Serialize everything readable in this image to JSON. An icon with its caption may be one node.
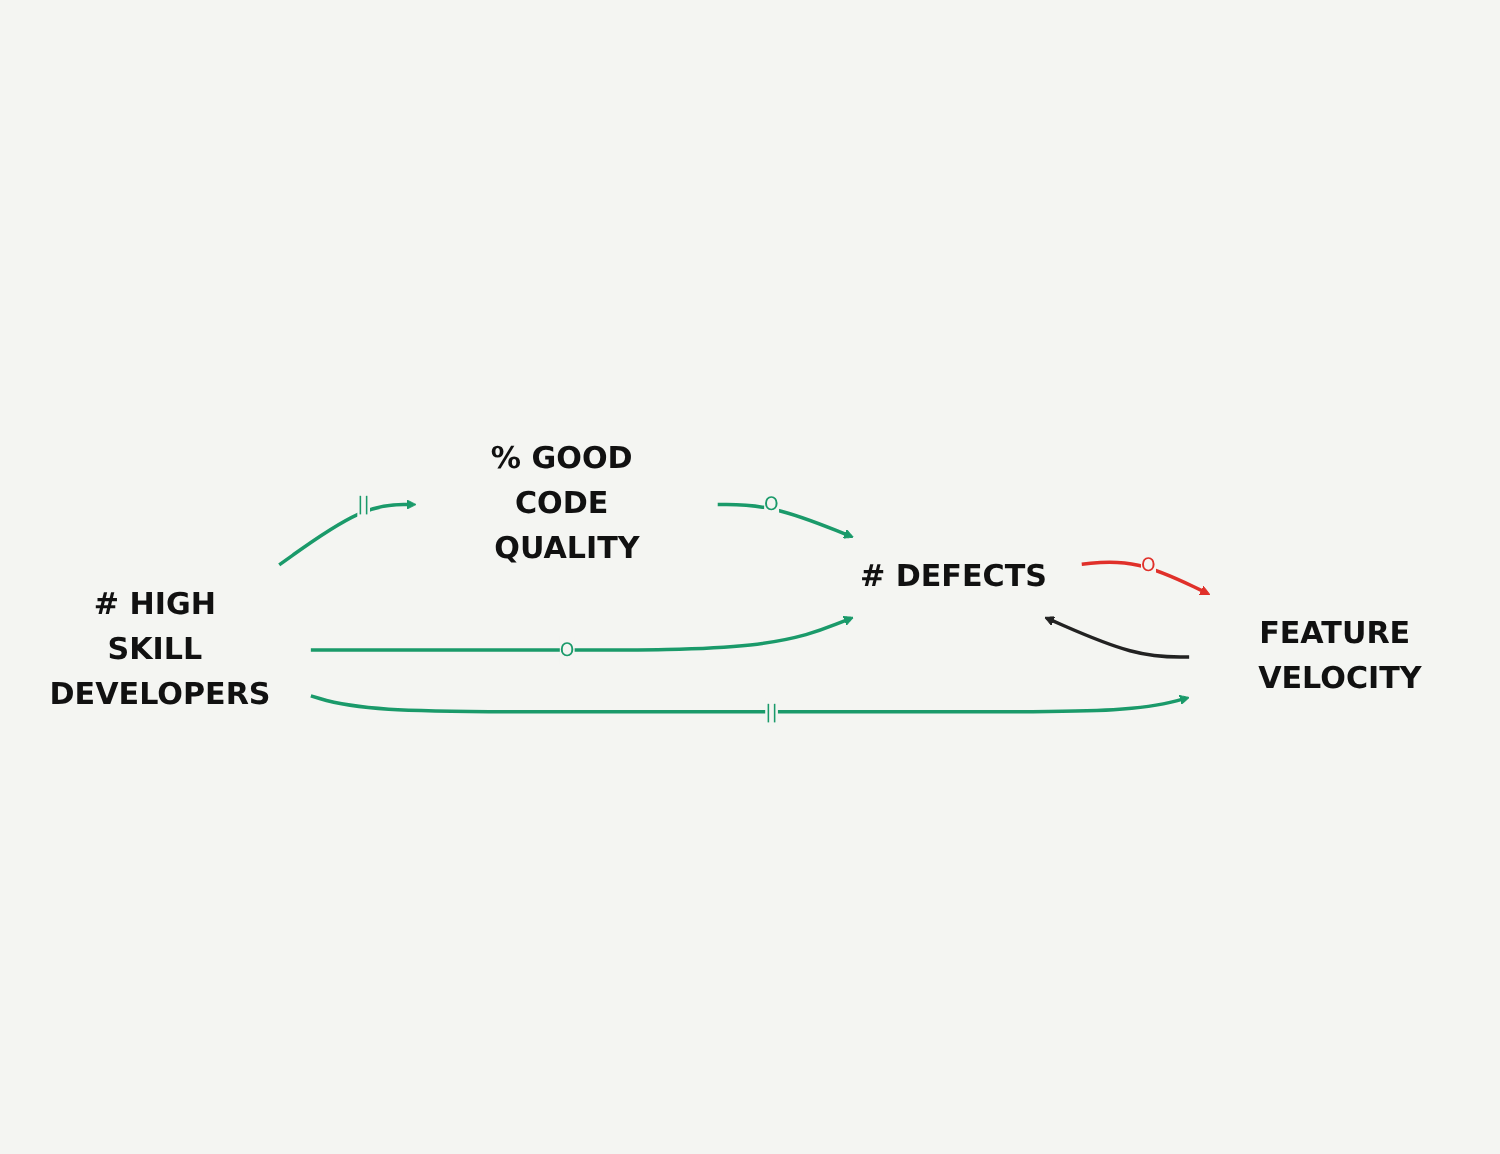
{
  "diagram": {
    "nodes": [
      {
        "text": [
          "# HIGH SKILL DEVELOPERS"
        ]
      },
      {
        "text": [
          "% GOOD CODE QUALITY"
        ]
      },
      {
        "text": [
          "# DEFECTS"
        ]
      },
      {
        "text": [
          "FEATURE VELOCITY"
        ]
      }
    ],
    "edges": [
      {
        "from": 0,
        "to": 1,
        "arrow": "to",
        "label": "||"
      },
      {
        "from": 1,
        "to": 2,
        "arrow": "to",
        "label": "O"
      },
      {
        "from": 0,
        "to": 2,
        "arrow": "to",
        "label": "O"
      },
      {
        "from": 2,
        "to": 3,
        "arrow": "to",
        "label": "O",
        "color": "#e0302a"
      },
      {
        "from": 0,
        "to": 3,
        "arrow": "to",
        "label": "||"
      },
      {
        "from": 3,
        "to": 2,
        "arrow": "to",
        "color": "#222222"
      }
    ]
  }
}
